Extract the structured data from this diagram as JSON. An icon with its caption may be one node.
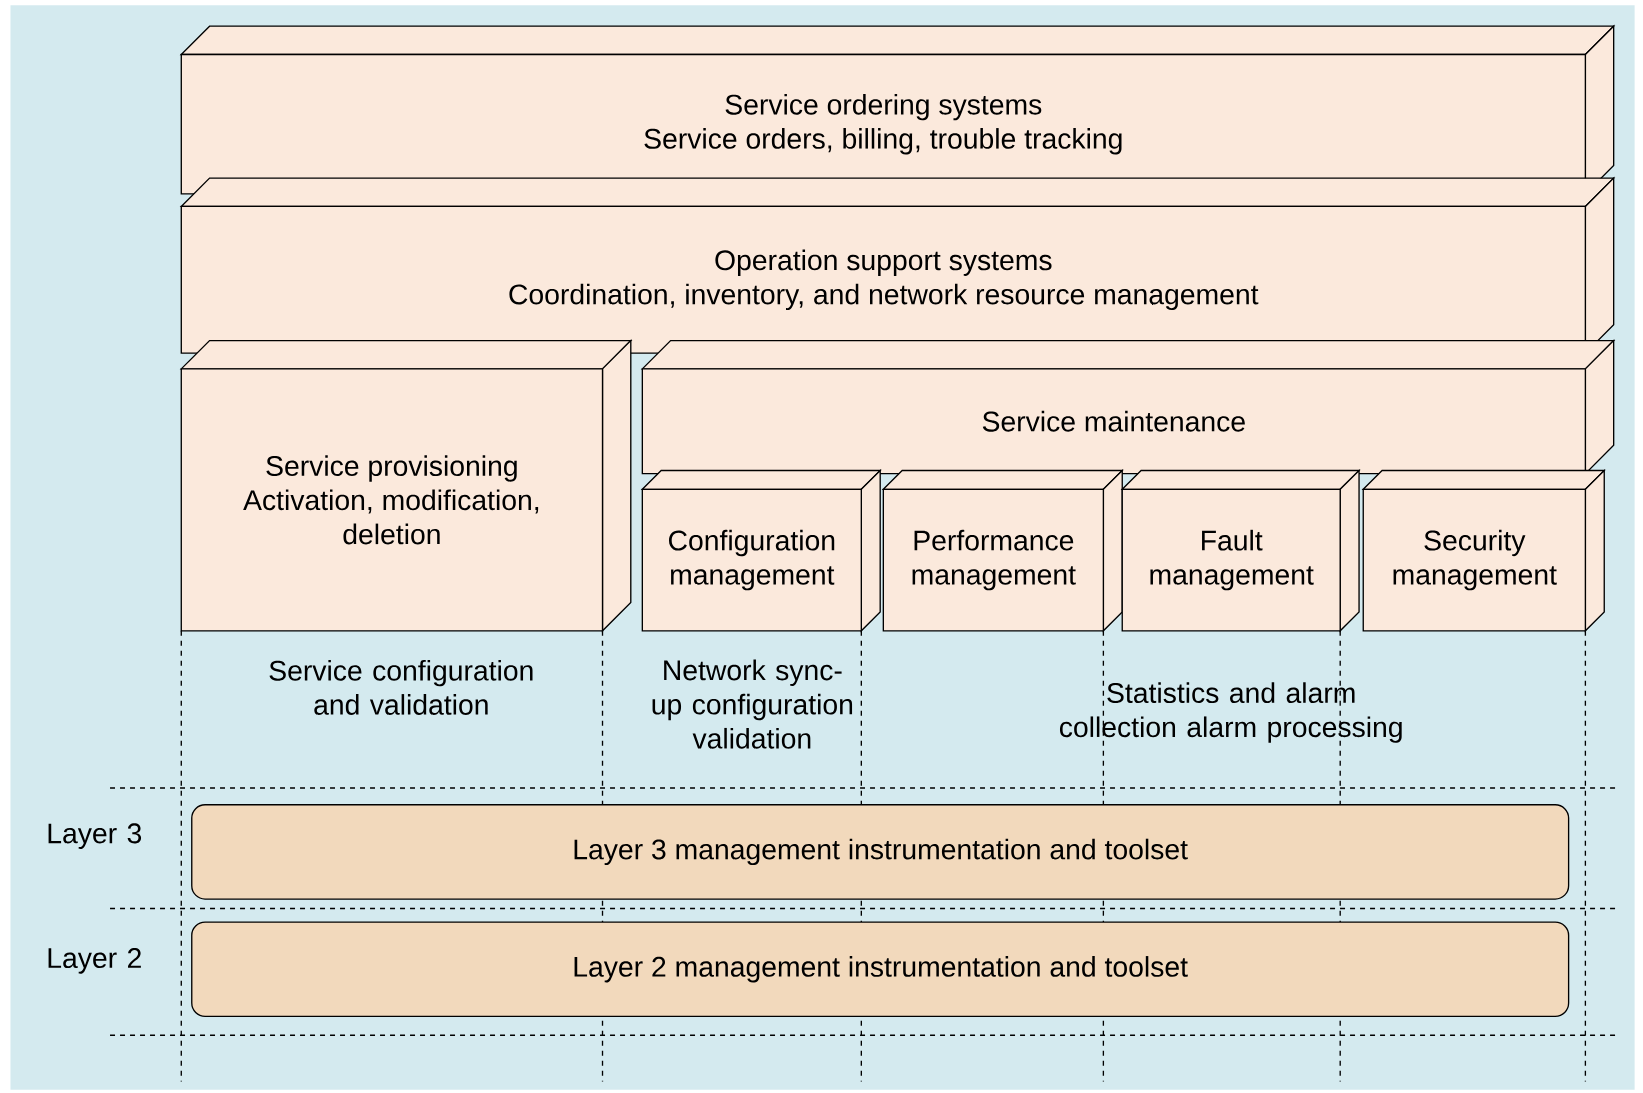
{
  "diagram": {
    "nodes": [
      {
        "text": [
          "Service ordering systems",
          "Service orders, billing, trouble tracking"
        ]
      },
      {
        "text": [
          "Operation support systems",
          "Coordination, inventory, and network resource management"
        ]
      },
      {
        "text": [
          "Service provisioning",
          "Activation, modification, deletion"
        ]
      },
      {
        "text": [
          "Service maintenance"
        ]
      },
      {
        "text": [
          "Configuration management"
        ]
      },
      {
        "text": [
          "Performance management"
        ]
      },
      {
        "text": [
          "Fault management"
        ]
      },
      {
        "text": [
          "Security management"
        ]
      },
      {
        "text": [
          "Layer 3 management instrumentation and toolset"
        ]
      },
      {
        "text": [
          "Layer 2 management instrumentation and toolset"
        ]
      }
    ],
    "labels": [
      "Service configuration and validation",
      "Network sync-up configuration validation",
      "Statistics and alarm collection alarm processing",
      "Layer 3",
      "Layer 2"
    ]
  }
}
